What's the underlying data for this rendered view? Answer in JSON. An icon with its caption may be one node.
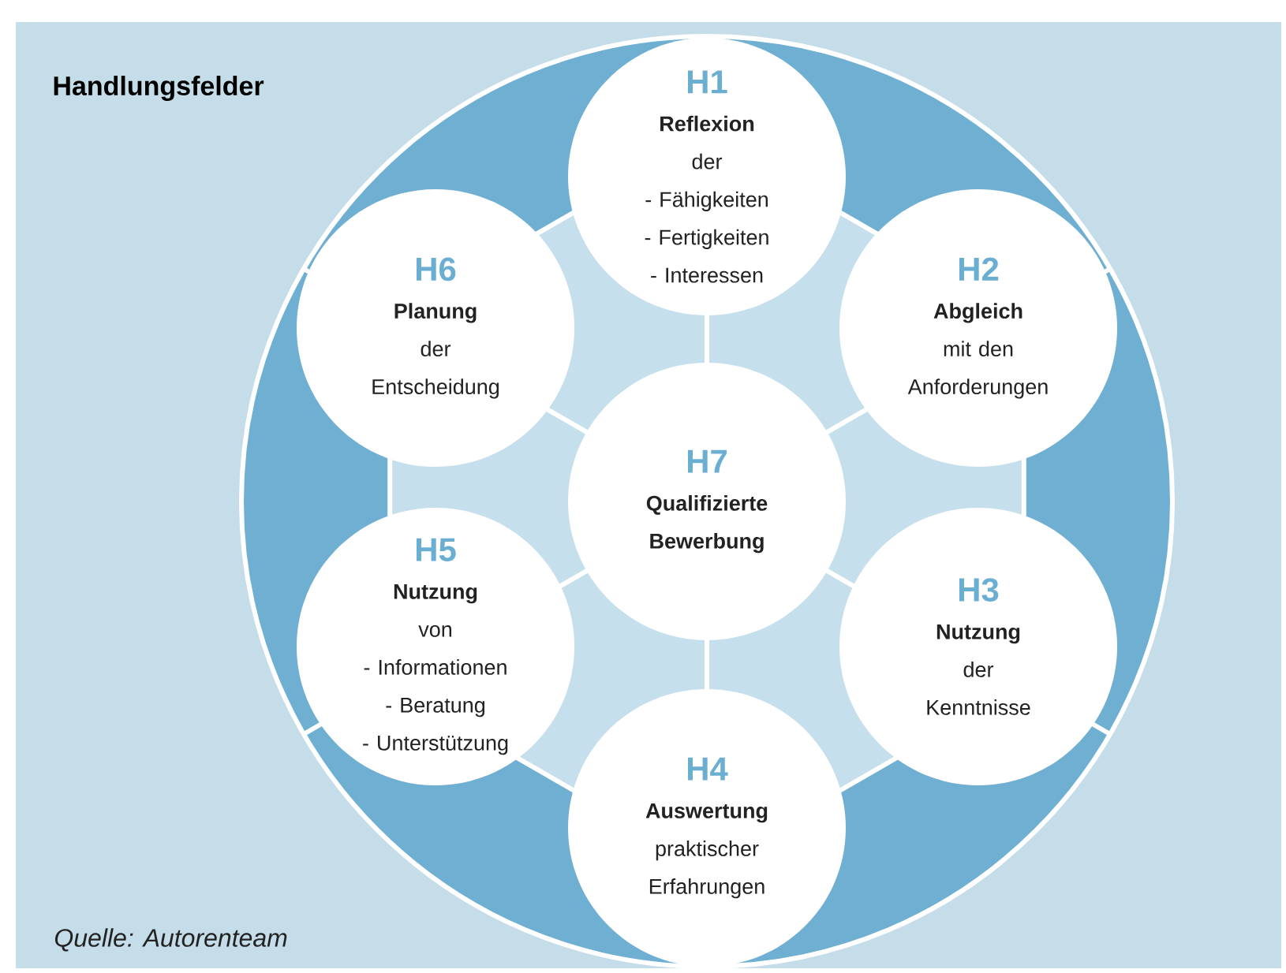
{
  "diagram": {
    "title": "Handlungsfelder",
    "nodes": [
      {
        "text": [
          "H1",
          "Reflexion",
          "der",
          "- Fähigkeiten",
          "- Fertigkeiten",
          "- Interessen"
        ]
      },
      {
        "text": [
          "H6",
          "Planung",
          "der",
          "Entscheidung"
        ]
      },
      {
        "text": [
          "H2",
          "Abgleich",
          "mit den",
          "Anforderungen"
        ]
      },
      {
        "text": [
          "H7",
          "Qualifizierte Bewerbung"
        ]
      },
      {
        "text": [
          "H5",
          "Nutzung",
          "von",
          "- Informationen",
          "- Beratung",
          "- Unterstützung"
        ]
      },
      {
        "text": [
          "H3",
          "Nutzung",
          "der",
          "Kenntnisse"
        ]
      },
      {
        "text": [
          "H4",
          "Auswertung",
          "praktischer",
          "Erfahrungen"
        ]
      }
    ],
    "labels": [
      "Quelle: Autorenteam"
    ]
  }
}
